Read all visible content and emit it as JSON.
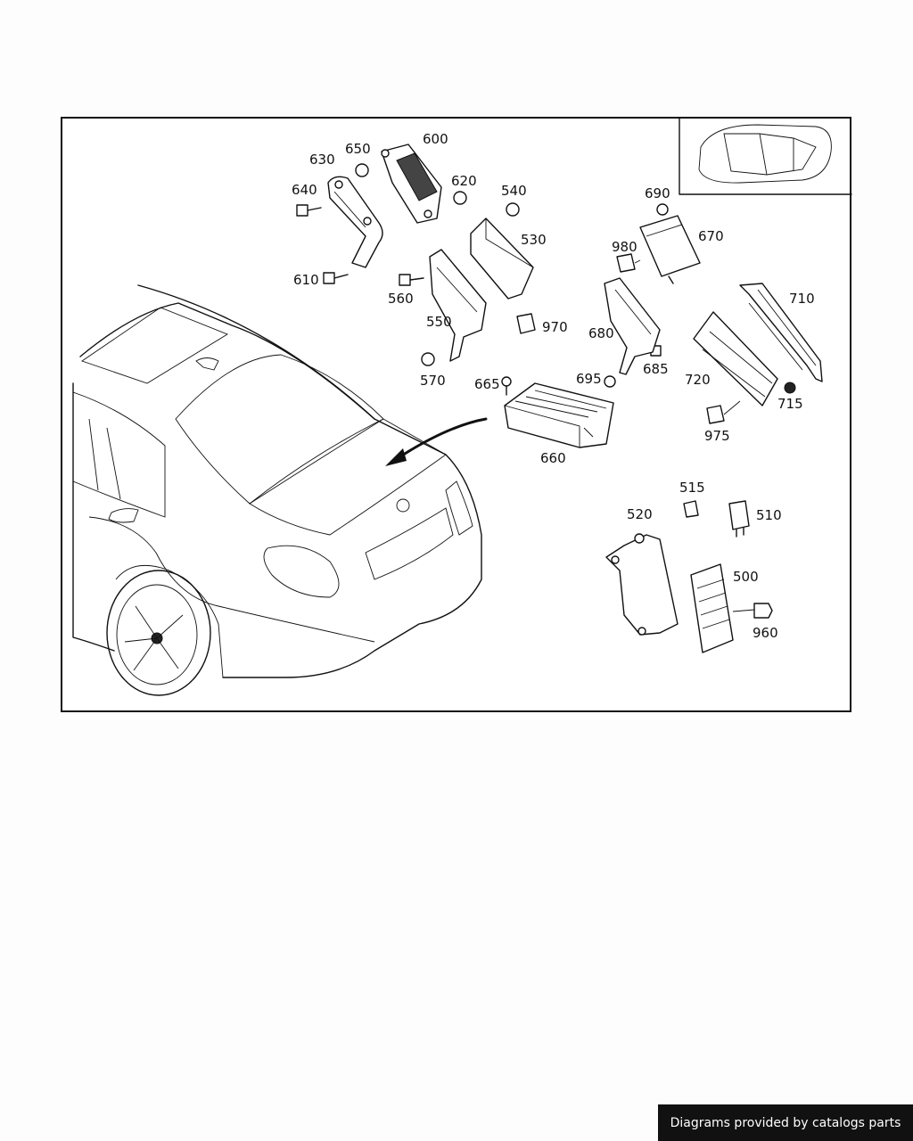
{
  "parts": [
    "600",
    "650",
    "630",
    "620",
    "540",
    "640",
    "530",
    "610",
    "560",
    "550",
    "970",
    "570",
    "665",
    "660",
    "690",
    "980",
    "670",
    "680",
    "710",
    "695",
    "685",
    "720",
    "715",
    "975",
    "515",
    "520",
    "510",
    "500",
    "960"
  ],
  "footer": {
    "text": "Diagrams provided by catalogs parts"
  }
}
